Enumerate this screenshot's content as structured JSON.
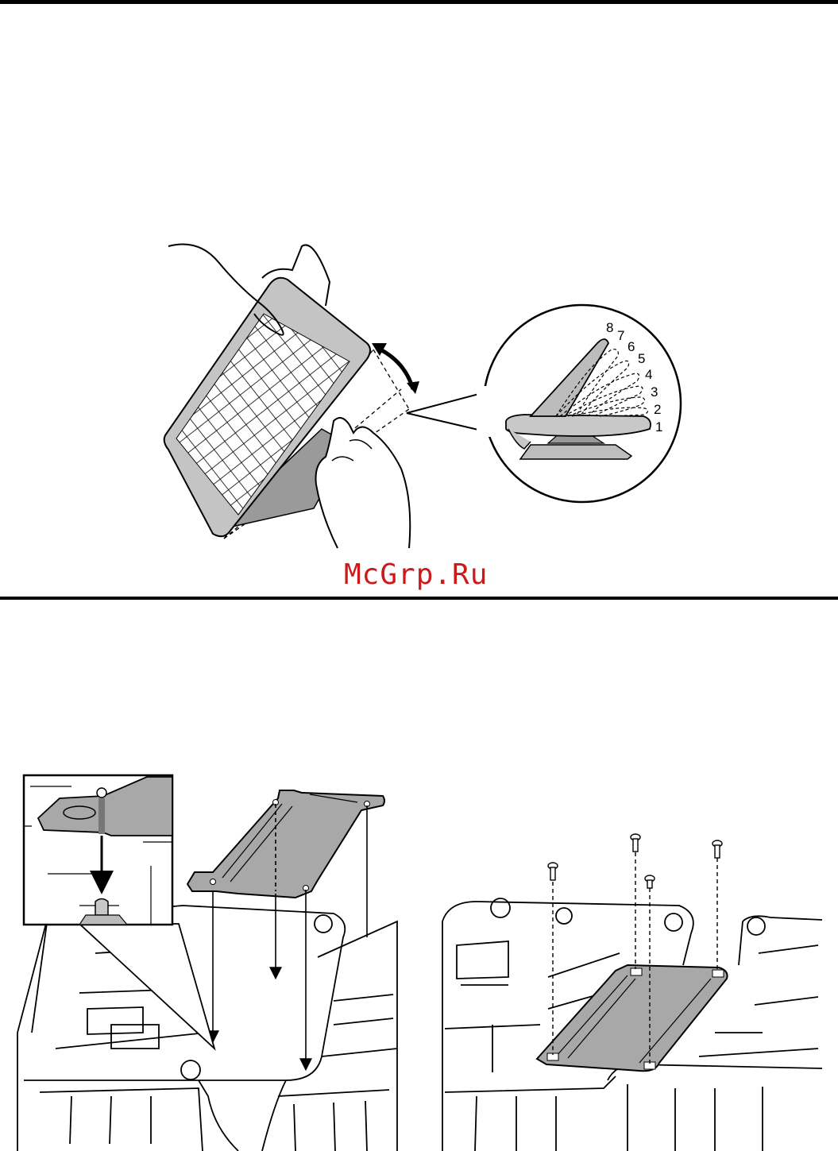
{
  "watermark": {
    "text": "McGrp.Ru"
  },
  "angle_callout": {
    "positions": [
      "1",
      "2",
      "3",
      "4",
      "5",
      "6",
      "7",
      "8"
    ]
  },
  "colors": {
    "watermark": "#cc1a1a",
    "panel_fill": "#bfbfbf",
    "line": "#000000"
  }
}
